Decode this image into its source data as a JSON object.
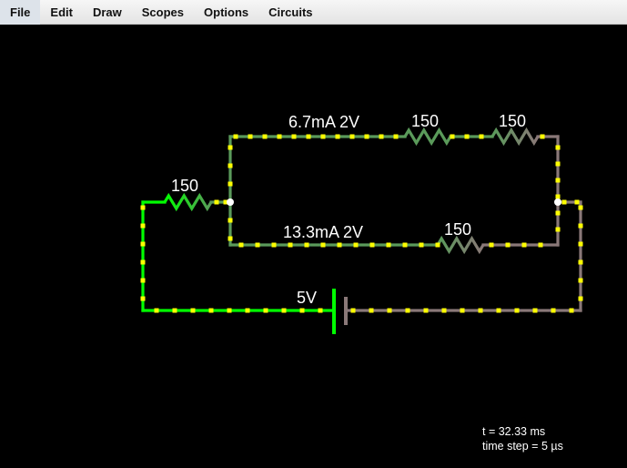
{
  "menu": {
    "items": [
      {
        "label": "File"
      },
      {
        "label": "Edit"
      },
      {
        "label": "Draw"
      },
      {
        "label": "Scopes"
      },
      {
        "label": "Options"
      },
      {
        "label": "Circuits"
      }
    ]
  },
  "circuit": {
    "colors": {
      "background": "#000000",
      "high_voltage": "#00ff00",
      "mid_voltage": "#5a9a5a",
      "low_voltage": "#8a7878",
      "current_dots": "#ffff00",
      "node": "#ffffff"
    },
    "top_branch_label": "6.7mA 2V",
    "bottom_branch_label": "13.3mA 2V",
    "resistor_left_label": "150",
    "resistor_top_1_label": "150",
    "resistor_top_2_label": "150",
    "resistor_bottom_label": "150",
    "battery_label": "5V"
  },
  "status": {
    "time": "t = 32.33 ms",
    "timestep": "time step = 5 µs"
  }
}
